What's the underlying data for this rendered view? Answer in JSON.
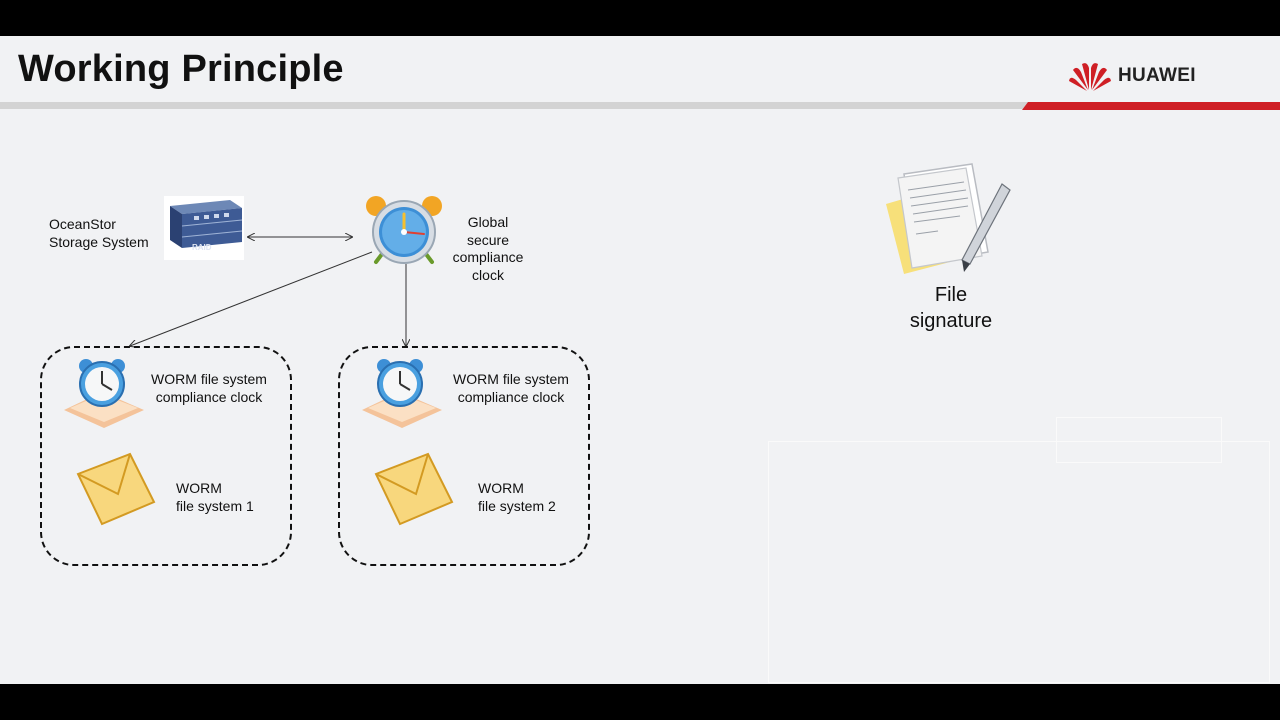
{
  "slide": {
    "title": "Working Principle",
    "brand": "HUAWEI"
  },
  "storage": {
    "label_line1": "OceanStor",
    "label_line2": "Storage System",
    "device_tag": "RAID"
  },
  "global_clock": {
    "label_line1": "Global",
    "label_line2": "secure",
    "label_line3": "compliance",
    "label_line4": "clock"
  },
  "groups": [
    {
      "clock_line1": "WORM file system",
      "clock_line2": "compliance clock",
      "fs_line1": "WORM",
      "fs_line2": "file system 1"
    },
    {
      "clock_line1": "WORM file system",
      "clock_line2": "compliance clock",
      "fs_line1": "WORM",
      "fs_line2": "file system 2"
    }
  ],
  "signature": {
    "label_line1": "File",
    "label_line2": "signature"
  },
  "colors": {
    "accent_red": "#cf1f25",
    "divider_gray": "#d3d3d3",
    "background": "#f1f2f4"
  }
}
